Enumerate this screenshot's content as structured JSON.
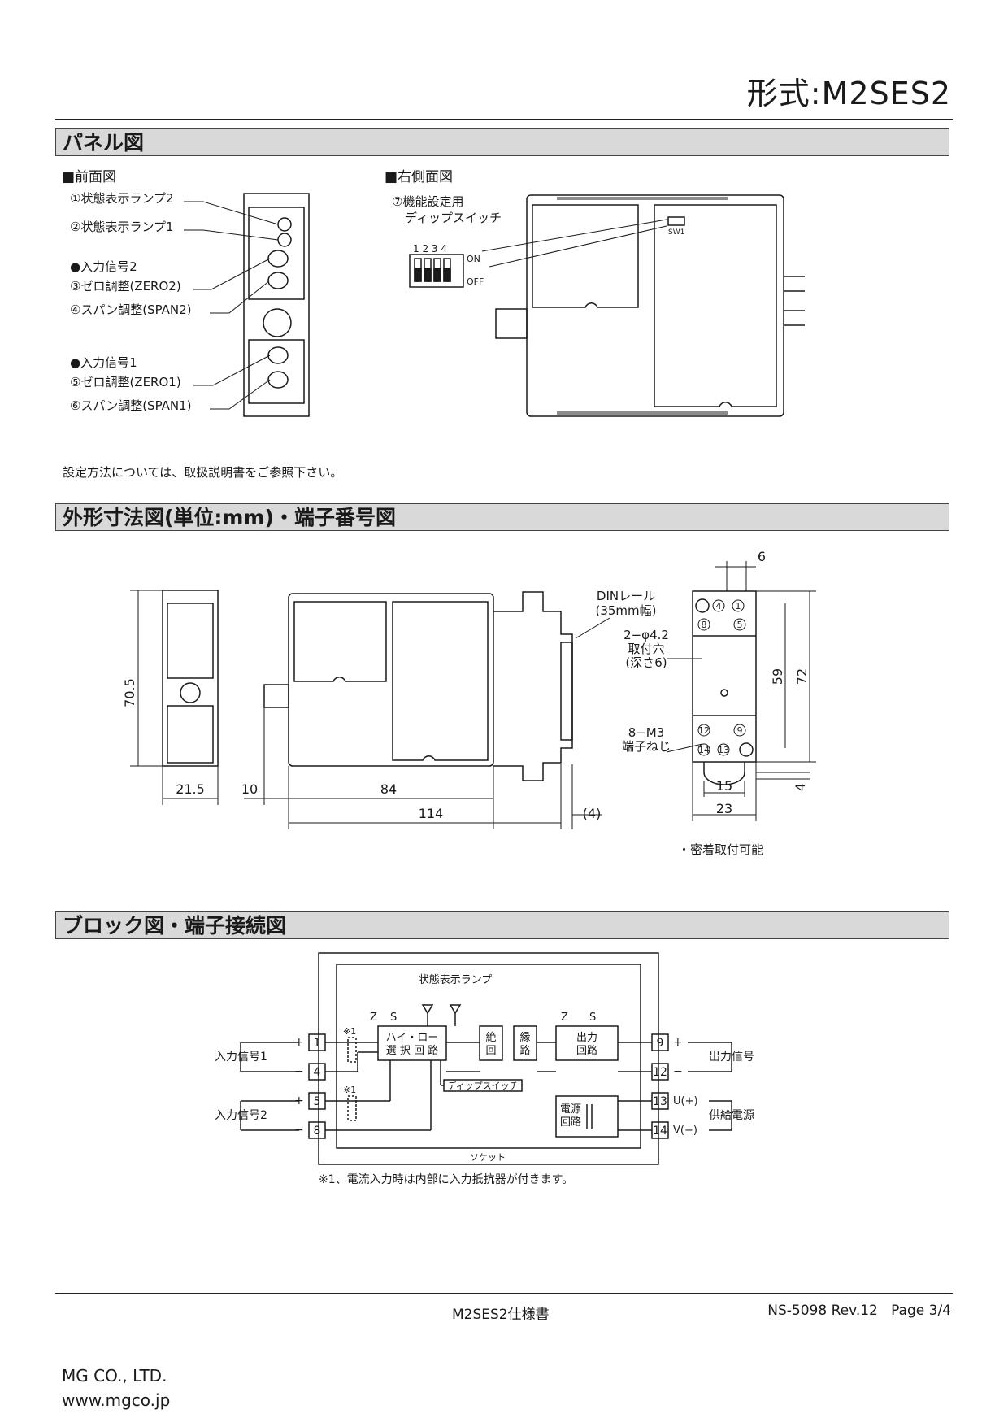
{
  "header": {
    "model": "形式:M2SES2"
  },
  "panel": {
    "title": "パネル図",
    "front_label": "■前面図",
    "side_label": "■右側面図",
    "front_items": [
      "①状態表示ランプ2",
      "②状態表示ランプ1",
      "●入力信号2",
      "③ゼロ調整(ZERO2)",
      "④スパン調整(SPAN2)",
      "●入力信号1",
      "⑤ゼロ調整(ZERO1)",
      "⑥スパン調整(SPAN1)"
    ],
    "dip_label_1": "⑦機能設定用",
    "dip_label_2": "ディップスイッチ",
    "dip_numbers": "1 2 3 4",
    "dip_on": "ON",
    "dip_off": "OFF",
    "sw_label": "SW1",
    "note": "設定方法については、取扱説明書をご参照下さい。"
  },
  "dimensions": {
    "title": "外形寸法図(単位:mm)・端子番号図",
    "h_70_5": "70.5",
    "w_21_5": "21.5",
    "w_10": "10",
    "w_84": "84",
    "w_114": "114",
    "w_4p": "(4)",
    "din_1": "DINレール",
    "din_2": "(35mm幅)",
    "hole_1": "2−φ4.2",
    "hole_2": "取付穴",
    "hole_3": "(深さ6)",
    "screw_1": "8−M3",
    "screw_2": "端子ねじ",
    "d_6": "6",
    "d_59": "59",
    "d_72": "72",
    "d_15": "15",
    "d_23": "23",
    "d_4": "4",
    "terminals": [
      "4",
      "1",
      "8",
      "5",
      "12",
      "9",
      "14",
      "13"
    ],
    "mount_note": "・密着取付可能"
  },
  "block": {
    "title": "ブロック図・端子接続図",
    "lamp_label": "状態表示ランプ",
    "hilo_1": "ハイ・ロー",
    "hilo_2": "選 択 回 路",
    "iso_1": "絶",
    "iso_2": "回",
    "iso_3": "縁",
    "iso_4": "路",
    "out_1": "出力",
    "out_2": "回路",
    "pwr_1": "電源",
    "pwr_2": "回路",
    "dip": "ディップスイッチ",
    "socket": "ソケット",
    "zs_z": "Z",
    "zs_s": "S",
    "note_mark": "※1",
    "input1": "入力信号1",
    "input2": "入力信号2",
    "output": "出力信号",
    "supply": "供給電源",
    "plus": "+",
    "minus": "−",
    "u_plus": "U(+)",
    "v_minus": "V(−)",
    "term_in": [
      "1",
      "4",
      "5",
      "8"
    ],
    "term_out": [
      "9",
      "12",
      "13",
      "14"
    ],
    "footnote": "※1、電流入力時は内部に入力抵抗器が付きます。"
  },
  "footer": {
    "doc": "M2SES2仕様書",
    "rev": "NS-5098 Rev.12   Page 3/4",
    "company": "MG CO., LTD.",
    "url": "www.mgco.jp"
  }
}
